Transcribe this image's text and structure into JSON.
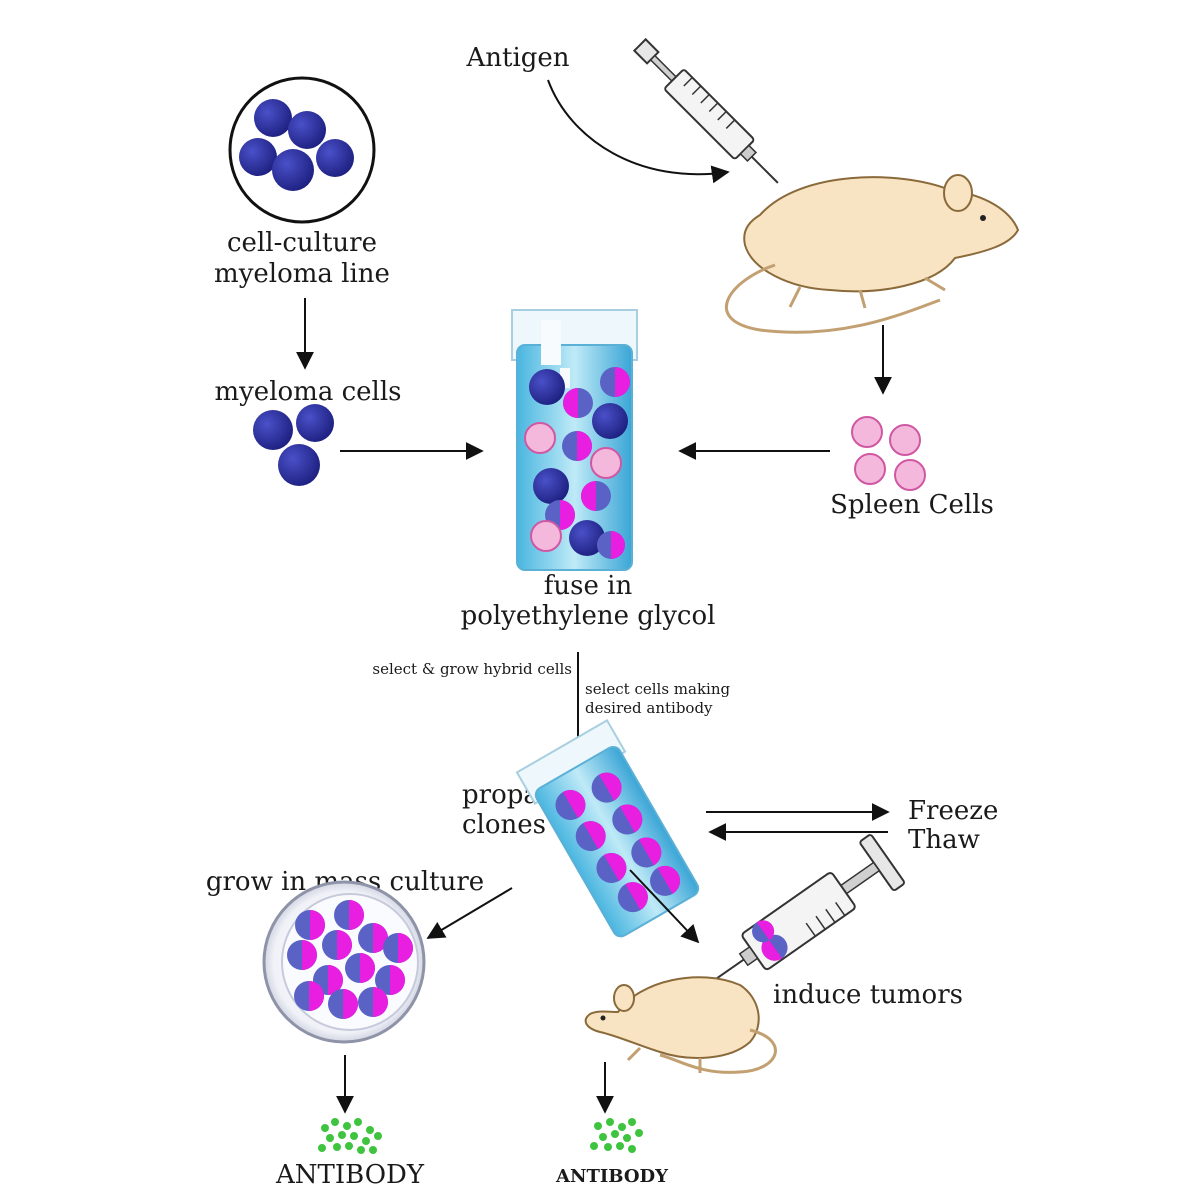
{
  "labels": {
    "antigen": "Antigen",
    "cell_culture_line1": "cell-culture",
    "cell_culture_line2": "myeloma line",
    "myeloma_cells": "myeloma cells",
    "spleen_cells": "Spleen Cells",
    "fuse_line1": "fuse in",
    "fuse_line2": "polyethylene glycol",
    "select_hybrid": "select & grow hybrid cells",
    "select_antibody_line1": "select cells making",
    "select_antibody_line2": "desired antibody",
    "propagate_line1": "propagate",
    "propagate_line2": "clones",
    "freeze": "Freeze",
    "thaw": "Thaw",
    "mass_culture": "grow in mass culture",
    "induce_tumors": "induce tumors",
    "antibody_left": "ANTIBODY",
    "antibody_right": "ANTIBODY"
  },
  "colors": {
    "myeloma": "#2b2f9a",
    "spleen": "#f4b8dc",
    "hybrid_pink": "#e81ee0",
    "hybrid_blue": "#5a62c6",
    "antibody": "#3ec43e",
    "mouse": "#f8e3c2",
    "tube": "#bfe8f5"
  },
  "icons": [
    "syringe-icon",
    "mouse-icon",
    "test-tube-icon",
    "petri-dish-icon",
    "antibody-dots-icon"
  ]
}
